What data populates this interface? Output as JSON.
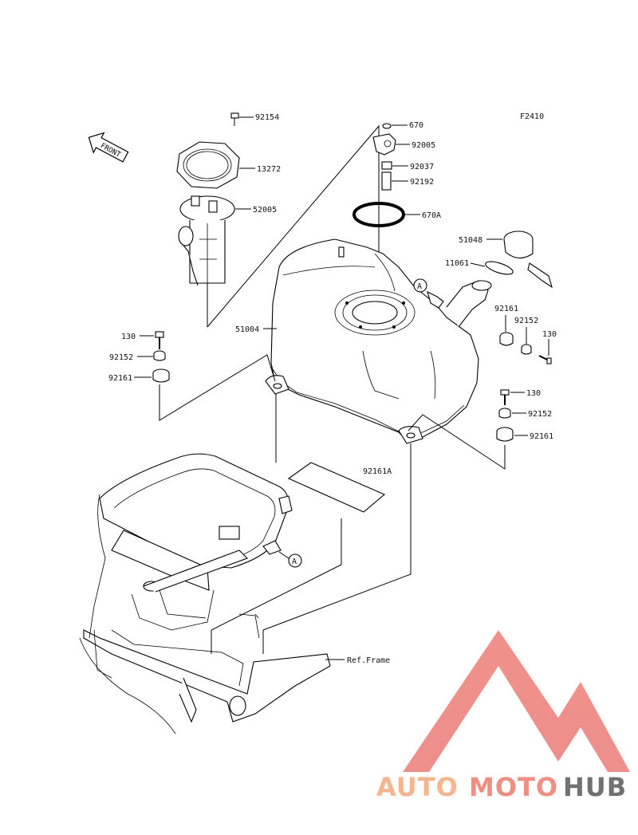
{
  "diagram": {
    "code": "F2410",
    "front_label": "FRONT",
    "ref_frame": "Ref.Frame",
    "callout_a": "A",
    "parts": [
      {
        "id": "92154"
      },
      {
        "id": "13272"
      },
      {
        "id": "52005"
      },
      {
        "id": "670"
      },
      {
        "id": "92005"
      },
      {
        "id": "92037"
      },
      {
        "id": "92192"
      },
      {
        "id": "670A"
      },
      {
        "id": "51048"
      },
      {
        "id": "11061"
      },
      {
        "id": "92161"
      },
      {
        "id": "92152"
      },
      {
        "id": "130"
      },
      {
        "id": "51004"
      },
      {
        "id": "130"
      },
      {
        "id": "92152"
      },
      {
        "id": "92161"
      },
      {
        "id": "130"
      },
      {
        "id": "92152"
      },
      {
        "id": "92161"
      },
      {
        "id": "92161A"
      }
    ]
  },
  "watermark": {
    "brand_part1": "AUTO",
    "brand_part2": "MOTO",
    "brand_part3": "HUB",
    "colors": {
      "triangle": "#ef8a85",
      "auto": "#f5b28a",
      "moto": "#ef8a7c",
      "hub": "#6b6b6b"
    }
  }
}
